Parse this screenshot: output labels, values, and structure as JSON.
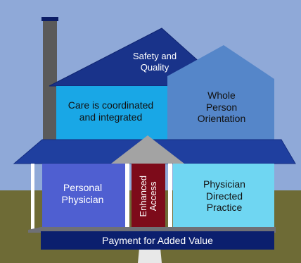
{
  "colors": {
    "sky": "#8fa9d8",
    "grass": "#6e6b36",
    "roof": "#1f3f9f",
    "upper_roof": "#19338a",
    "chimney": "#5a5a5a",
    "care_room": "#19a7e6",
    "whole_room": "#5586c9",
    "personal_room": "#4f5fd1",
    "physician_room": "#6fd6f2",
    "enhanced_door": "#7d0b1a",
    "porch_roof": "#a3a3a3",
    "foundation": "#0b1f6e"
  },
  "labels": {
    "safety": "Safety and\nQuality",
    "care": "Care is coordinated\nand integrated",
    "whole": "Whole\nPerson\nOrientation",
    "personal": "Personal\nPhysician",
    "enhanced": "Enhanced\nAccess",
    "physician": "Physician\nDirected\nPractice",
    "payment": "Payment for Added Value"
  }
}
